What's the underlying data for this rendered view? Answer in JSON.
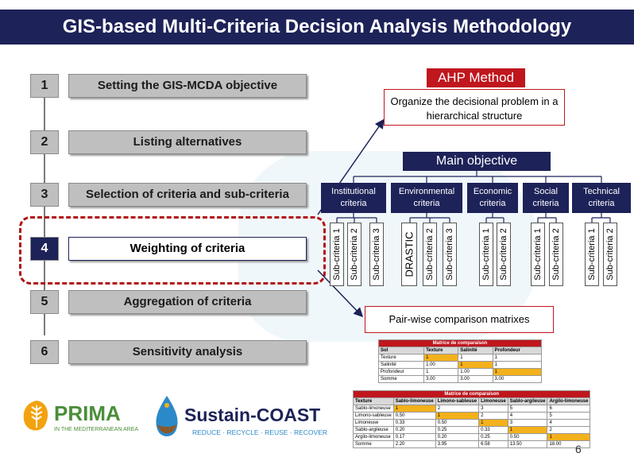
{
  "title": "GIS-based Multi-Criteria Decision Analysis Methodology",
  "steps": [
    {
      "num": "1",
      "label": "Setting the GIS-MCDA  objective"
    },
    {
      "num": "2",
      "label": "Listing alternatives"
    },
    {
      "num": "3",
      "label": "Selection of criteria and sub-criteria"
    },
    {
      "num": "4",
      "label": "Weighting of criteria"
    },
    {
      "num": "5",
      "label": "Aggregation of criteria"
    },
    {
      "num": "6",
      "label": "Sensitivity analysis"
    }
  ],
  "ahp": {
    "title": "AHP Method",
    "description": "Organize the decisional problem in a hierarchical structure"
  },
  "main_objective": "Main objective",
  "criteria": [
    {
      "label": "Institutional criteria",
      "subs": [
        "Sub-criteria 1",
        "Sub-criteria 2",
        "Sub-criteria 3"
      ]
    },
    {
      "label": "Environmental criteria",
      "subs": [
        "DRASTIC",
        "Sub-criteria 2",
        "Sub-criteria 3"
      ]
    },
    {
      "label": "Economic criteria",
      "subs": [
        "Sub-criteria 1",
        "Sub-criteria 2"
      ]
    },
    {
      "label": "Social criteria",
      "subs": [
        "Sub-criteria 1",
        "Sub-criteria 2"
      ]
    },
    {
      "label": "Technical criteria",
      "subs": [
        "Sub-criteria 1",
        "Sub-criteria 2"
      ]
    }
  ],
  "pairwise_label": "Pair-wise comparison matrixes",
  "matrix1": {
    "title": "Matrice de comparaison",
    "headers": [
      "Sol",
      "Texture",
      "Salinité",
      "Profondeur"
    ],
    "rows": [
      [
        "Texture",
        "1",
        "1",
        "1"
      ],
      [
        "Salinité",
        "1.00",
        "1",
        "1"
      ],
      [
        "Profondeur",
        "1",
        "1.00",
        "1"
      ],
      [
        "Somme",
        "3.00",
        "3.00",
        "3.00"
      ]
    ]
  },
  "matrix2": {
    "title": "Matrice de comparaison",
    "headers": [
      "Texture",
      "Sablo-limoneuse",
      "Limono-sableuse",
      "Limoneuse",
      "Sablo-argileuse",
      "Argilo-limoneuse"
    ],
    "rows": [
      [
        "Sablo-limoneuse",
        "1",
        "2",
        "3",
        "5",
        "6"
      ],
      [
        "Limono-sableuse",
        "0.50",
        "1",
        "2",
        "4",
        "5"
      ],
      [
        "Limoneuse",
        "0.33",
        "0.50",
        "1",
        "3",
        "4"
      ],
      [
        "Sablo-argileuse",
        "0.20",
        "0.25",
        "0.33",
        "1",
        "2"
      ],
      [
        "Argilo-limoneuse",
        "0.17",
        "0.20",
        "0.25",
        "0.50",
        "1"
      ],
      [
        "Somme",
        "2.20",
        "3.95",
        "6.58",
        "13.50",
        "18.00"
      ]
    ]
  },
  "logos": {
    "prima": "PRIMA",
    "prima_sub": "IN THE MEDITERRANEAN AREA",
    "sustain": "Sustain-COAST",
    "sustain_sub": "REDUCE · RECYCLE · REUSE · RECOVER"
  },
  "page_number": "6",
  "colors": {
    "navy": "#1d2258",
    "red": "#c0161d",
    "grey": "#bfbfbf",
    "highlight": "#f3b11b"
  }
}
